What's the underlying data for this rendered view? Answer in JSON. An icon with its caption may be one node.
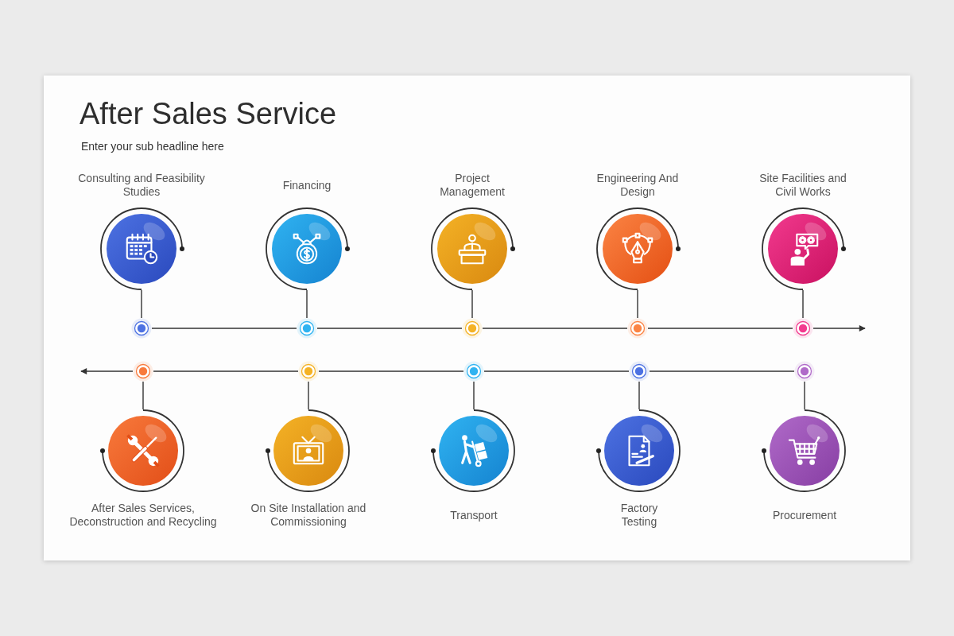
{
  "diagram": {
    "title": "After Sales Service",
    "nodes": [
      {
        "text": [
          "Consulting and Feasibility Studies"
        ]
      },
      {
        "text": [
          "Financing"
        ]
      },
      {
        "text": [
          "Project Management"
        ]
      },
      {
        "text": [
          "Engineering And Design"
        ]
      },
      {
        "text": [
          "Site Facilities and Civil Works"
        ]
      },
      {
        "text": [
          "After Sales Services, Deconstruction and Recycling"
        ]
      },
      {
        "text": [
          "On Site Installation and Commissioning"
        ]
      },
      {
        "text": [
          "Transport"
        ]
      },
      {
        "text": [
          "Factory Testing"
        ]
      },
      {
        "text": [
          "Procurement"
        ]
      },
      {
        "text": [],
        "shape": "circle"
      },
      {
        "text": [],
        "shape": "circle"
      },
      {
        "text": [],
        "shape": "circle"
      },
      {
        "text": [],
        "shape": "circle"
      },
      {
        "text": [],
        "shape": "circle"
      },
      {
        "text": [],
        "shape": "circle"
      },
      {
        "text": [],
        "shape": "circle"
      },
      {
        "text": [],
        "shape": "circle"
      },
      {
        "text": [],
        "shape": "circle"
      },
      {
        "text": [],
        "shape": "circle"
      }
    ],
    "edges": [
      {
        "from": 0,
        "to": 10,
        "arrow": "none"
      },
      {
        "from": 1,
        "to": 11,
        "arrow": "none"
      },
      {
        "from": 2,
        "to": 12,
        "arrow": "none"
      },
      {
        "from": 3,
        "to": 13,
        "arrow": "none"
      },
      {
        "from": 4,
        "to": 14,
        "arrow": "none"
      },
      {
        "from": 10,
        "to": 11,
        "arrow": "none"
      },
      {
        "from": 11,
        "to": 12,
        "arrow": "none"
      },
      {
        "from": 12,
        "to": 13,
        "arrow": "none"
      },
      {
        "from": 13,
        "to": 14,
        "arrow": "none"
      },
      {
        "from": 14,
        "to": null,
        "arrow": "to"
      },
      {
        "from": 5,
        "to": 15,
        "arrow": "none"
      },
      {
        "from": 6,
        "to": 16,
        "arrow": "none"
      },
      {
        "from": 7,
        "to": 17,
        "arrow": "none"
      },
      {
        "from": 8,
        "to": 18,
        "arrow": "none"
      },
      {
        "from": 9,
        "to": 19,
        "arrow": "none"
      },
      {
        "from": 19,
        "to": 18,
        "arrow": "none"
      },
      {
        "from": 18,
        "to": 17,
        "arrow": "none"
      },
      {
        "from": 17,
        "to": 16,
        "arrow": "none"
      },
      {
        "from": 16,
        "to": 15,
        "arrow": "none"
      },
      {
        "from": 15,
        "to": null,
        "arrow": "to"
      }
    ],
    "labels": [
      "Enter your sub headline here"
    ]
  }
}
